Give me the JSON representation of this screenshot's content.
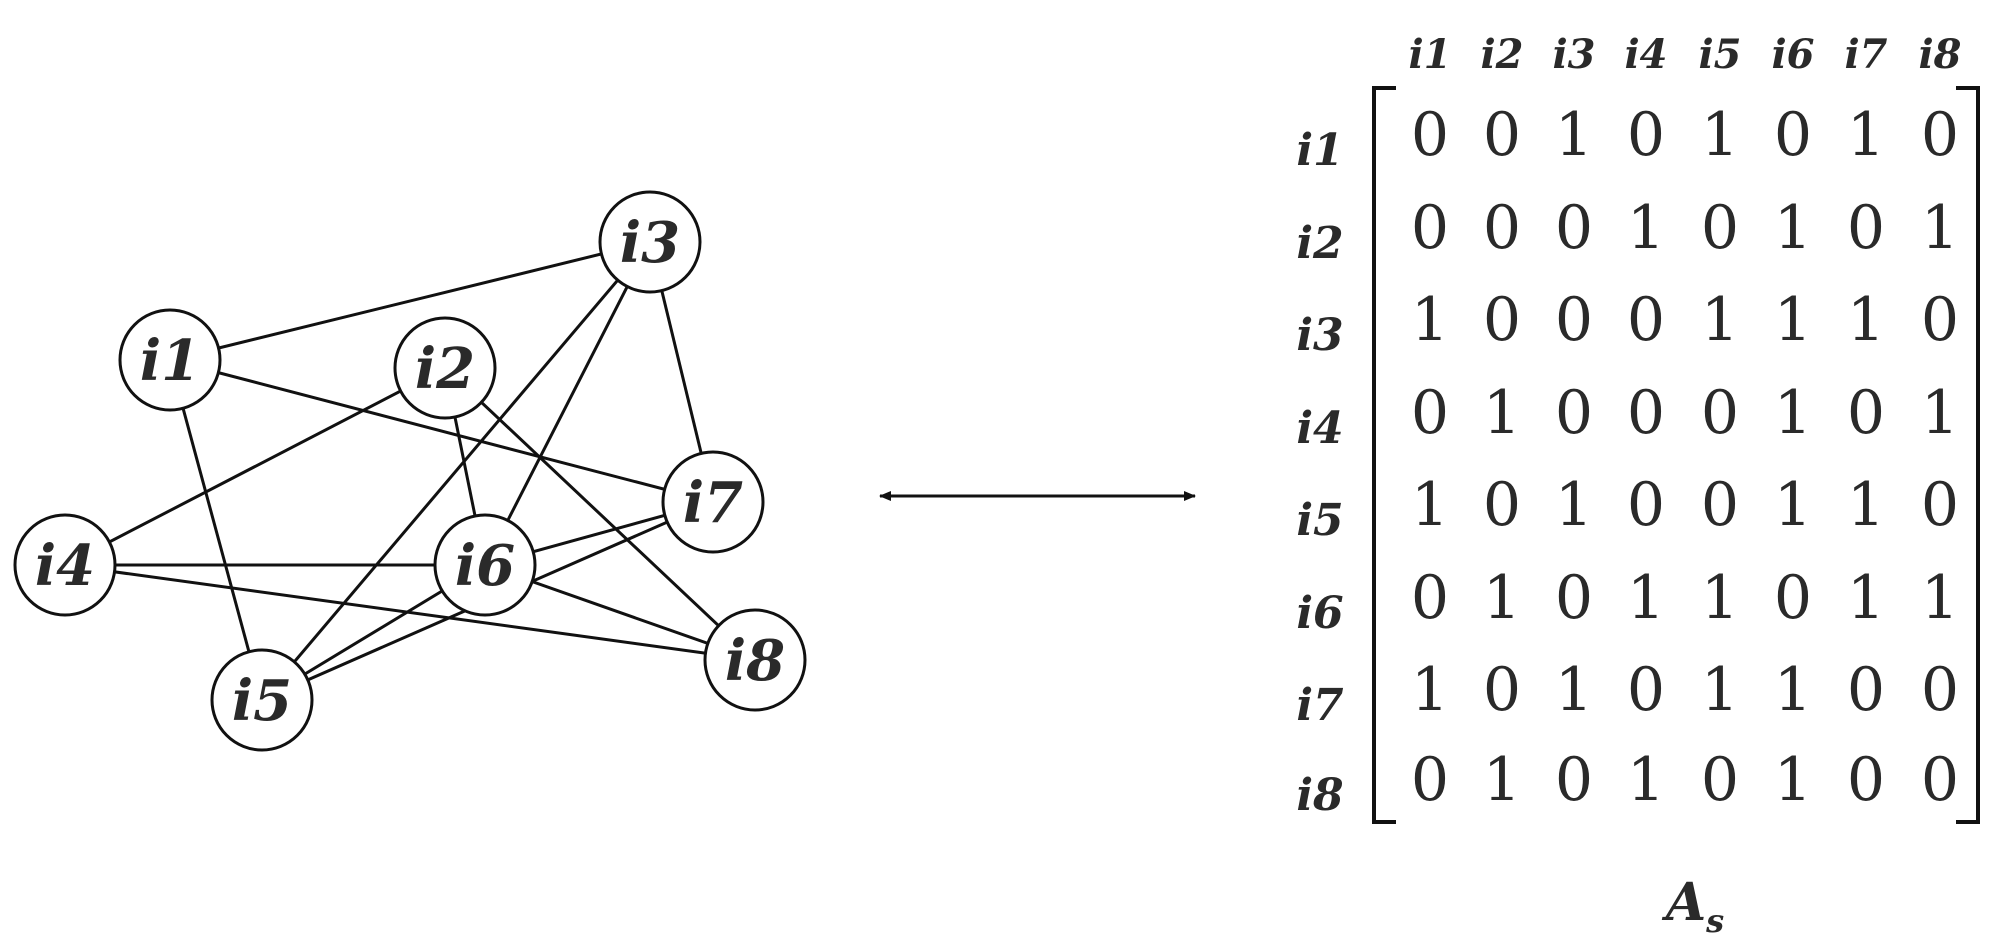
{
  "graph": {
    "nodes": [
      {
        "id": "i1",
        "label": "i1"
      },
      {
        "id": "i2",
        "label": "i2"
      },
      {
        "id": "i3",
        "label": "i3"
      },
      {
        "id": "i4",
        "label": "i4"
      },
      {
        "id": "i5",
        "label": "i5"
      },
      {
        "id": "i6",
        "label": "i6"
      },
      {
        "id": "i7",
        "label": "i7"
      },
      {
        "id": "i8",
        "label": "i8"
      }
    ],
    "edges": [
      [
        "i1",
        "i3"
      ],
      [
        "i1",
        "i5"
      ],
      [
        "i1",
        "i7"
      ],
      [
        "i2",
        "i4"
      ],
      [
        "i2",
        "i6"
      ],
      [
        "i2",
        "i8"
      ],
      [
        "i3",
        "i5"
      ],
      [
        "i3",
        "i6"
      ],
      [
        "i3",
        "i7"
      ],
      [
        "i4",
        "i6"
      ],
      [
        "i4",
        "i8"
      ],
      [
        "i5",
        "i6"
      ],
      [
        "i5",
        "i7"
      ],
      [
        "i6",
        "i7"
      ],
      [
        "i6",
        "i8"
      ]
    ]
  },
  "matrix": {
    "name": "A",
    "subscript": "s",
    "column_labels": [
      "i1",
      "i2",
      "i3",
      "i4",
      "i5",
      "i6",
      "i7",
      "i8"
    ],
    "row_labels": [
      "i1",
      "i2",
      "i3",
      "i4",
      "i5",
      "i6",
      "i7",
      "i8"
    ],
    "rows": [
      [
        0,
        0,
        1,
        0,
        1,
        0,
        1,
        0
      ],
      [
        0,
        0,
        0,
        1,
        0,
        1,
        0,
        1
      ],
      [
        1,
        0,
        0,
        0,
        1,
        1,
        1,
        0
      ],
      [
        0,
        1,
        0,
        0,
        0,
        1,
        0,
        1
      ],
      [
        1,
        0,
        1,
        0,
        0,
        1,
        1,
        0
      ],
      [
        0,
        1,
        0,
        1,
        1,
        0,
        1,
        1
      ],
      [
        1,
        0,
        1,
        0,
        1,
        1,
        0,
        0
      ],
      [
        0,
        1,
        0,
        1,
        0,
        1,
        0,
        0
      ]
    ]
  }
}
